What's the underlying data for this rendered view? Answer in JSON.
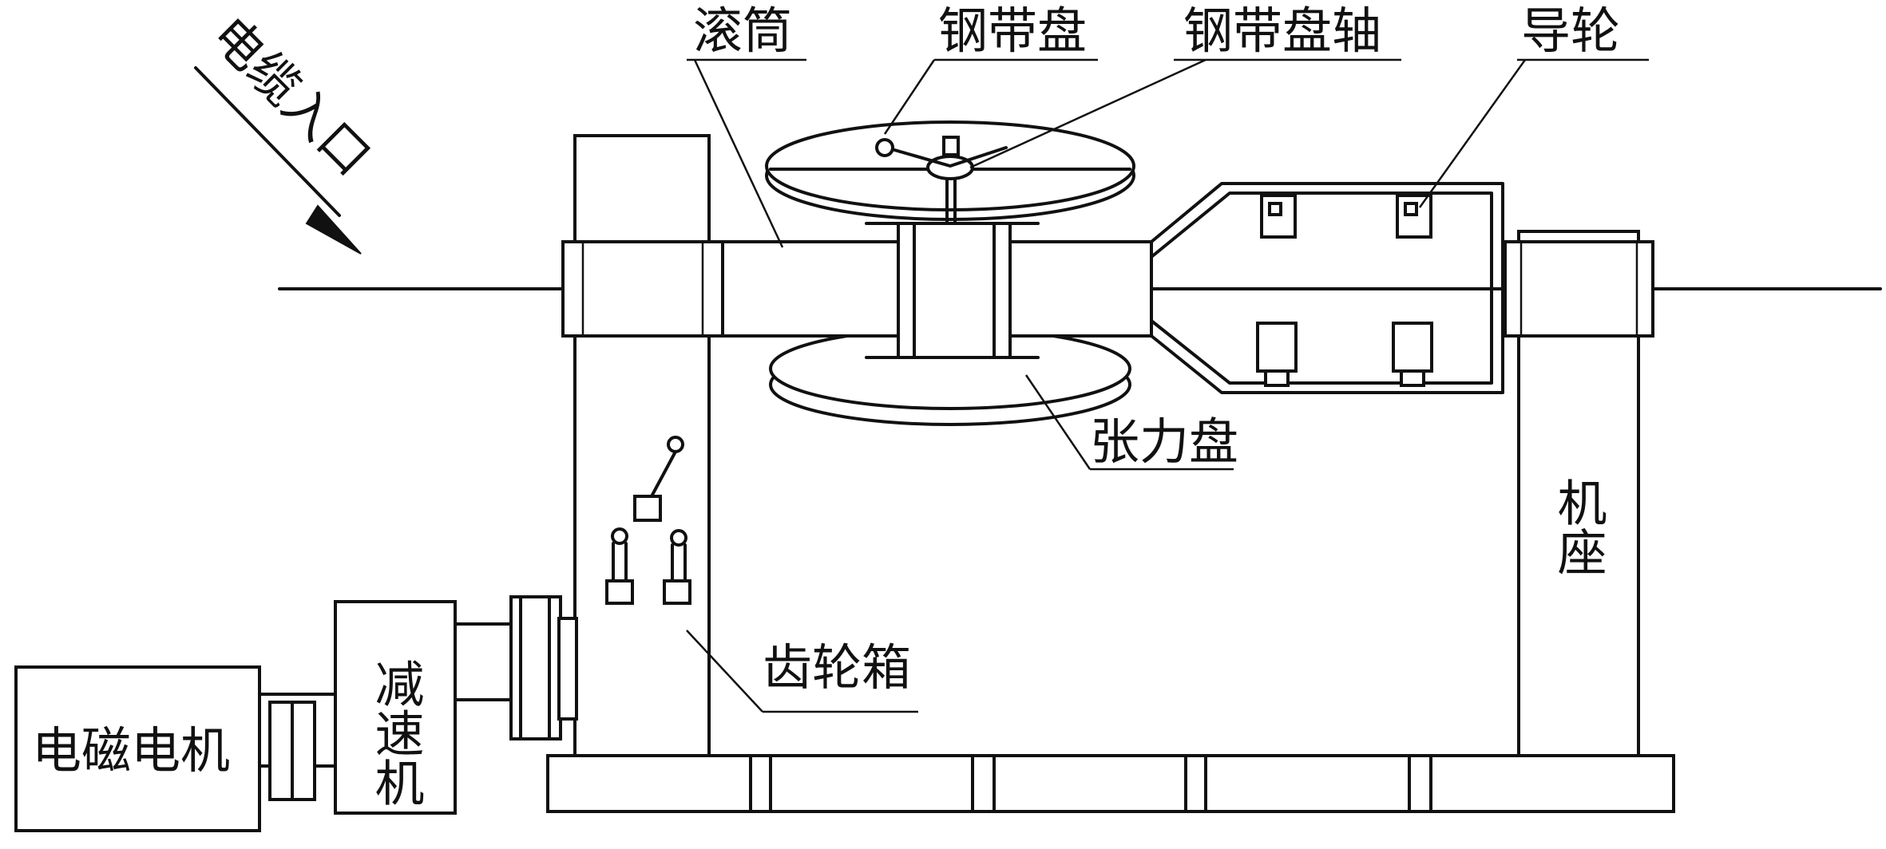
{
  "labels": {
    "cable_inlet": "电缆入口",
    "drum": "滚筒",
    "steel_tape_reel": "钢带盘",
    "steel_tape_reel_shaft": "钢带盘轴",
    "guide_wheel": "导轮",
    "tension_disc": "张力盘",
    "machine_base": "机座",
    "gearbox": "齿轮箱",
    "reducer": "减速机",
    "electromagnetic_motor": "电磁电机"
  },
  "colors": {
    "line": "#111111",
    "background": "#ffffff"
  }
}
